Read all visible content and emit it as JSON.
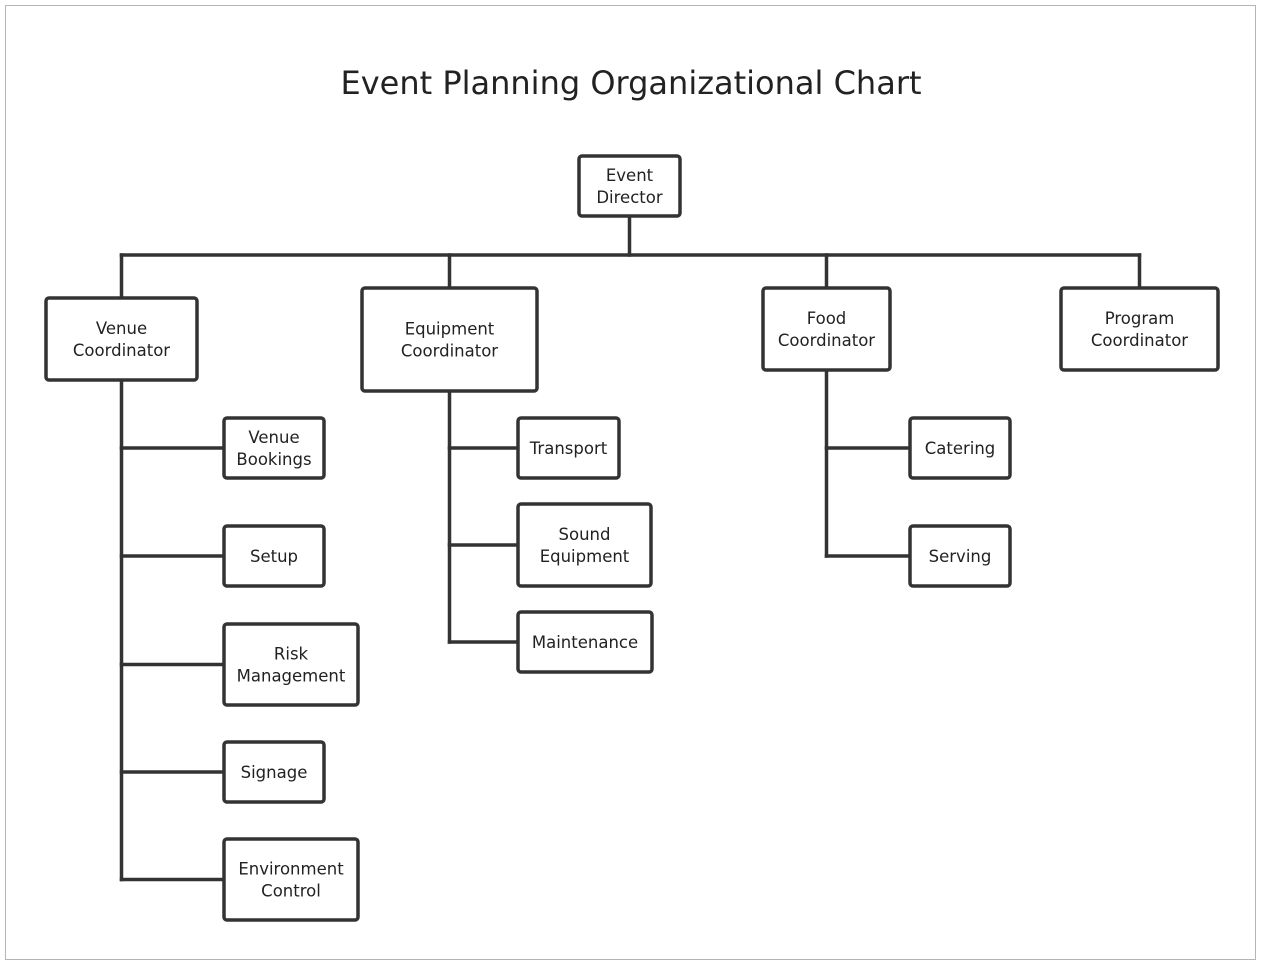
{
  "title": "Event Planning Organizational Chart",
  "nodes": [
    {
      "id": "director",
      "lines": [
        "Event",
        "Director"
      ],
      "parent": null
    },
    {
      "id": "venue",
      "lines": [
        "Venue",
        "Coordinator"
      ],
      "parent": "director"
    },
    {
      "id": "equipment",
      "lines": [
        "Equipment",
        "Coordinator"
      ],
      "parent": "director"
    },
    {
      "id": "food",
      "lines": [
        "Food",
        "Coordinator"
      ],
      "parent": "director"
    },
    {
      "id": "program",
      "lines": [
        "Program",
        "Coordinator"
      ],
      "parent": "director"
    },
    {
      "id": "venue_bookings",
      "lines": [
        "Venue",
        "Bookings"
      ],
      "parent": "venue"
    },
    {
      "id": "setup",
      "lines": [
        "Setup"
      ],
      "parent": "venue"
    },
    {
      "id": "risk",
      "lines": [
        "Risk",
        "Management"
      ],
      "parent": "venue"
    },
    {
      "id": "signage",
      "lines": [
        "Signage"
      ],
      "parent": "venue"
    },
    {
      "id": "environment",
      "lines": [
        "Environment",
        "Control"
      ],
      "parent": "venue"
    },
    {
      "id": "transport",
      "lines": [
        "Transport"
      ],
      "parent": "equipment"
    },
    {
      "id": "sound",
      "lines": [
        "Sound",
        "Equipment"
      ],
      "parent": "equipment"
    },
    {
      "id": "maintenance",
      "lines": [
        "Maintenance"
      ],
      "parent": "equipment"
    },
    {
      "id": "catering",
      "lines": [
        "Catering"
      ],
      "parent": "food"
    },
    {
      "id": "serving",
      "lines": [
        "Serving"
      ],
      "parent": "food"
    }
  ]
}
